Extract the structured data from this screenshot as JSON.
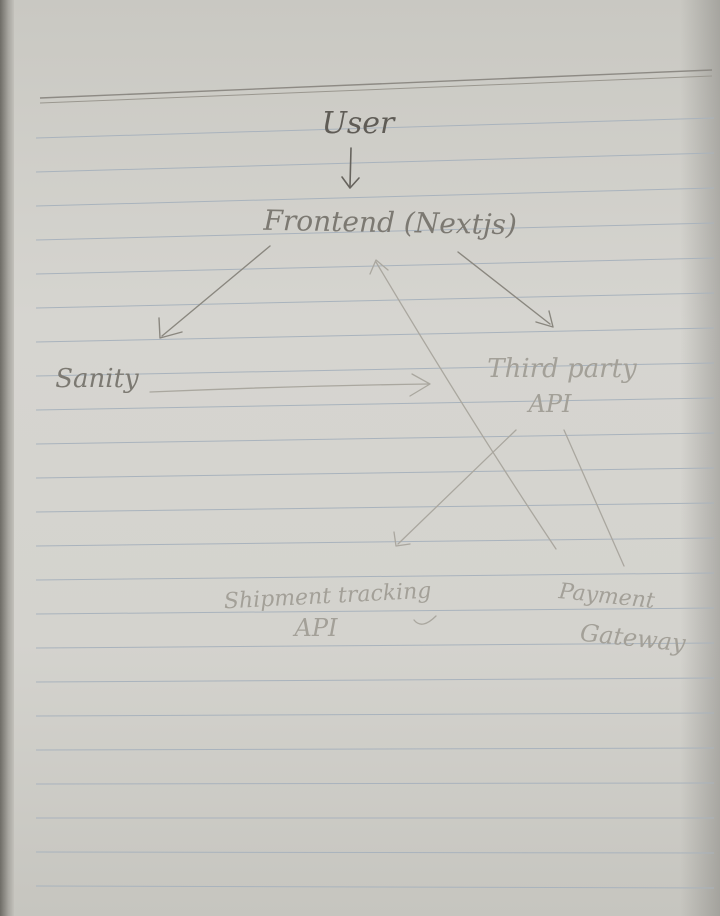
{
  "nodes": {
    "user": "User",
    "frontend": "Frontend (Nextjs)",
    "sanity": "Sanity",
    "third_party_api": {
      "line1": "Third party",
      "line2": "API"
    },
    "shipment_tracking_api": {
      "line1": "Shipment tracking",
      "line2": "API"
    },
    "payment_gateway": {
      "line1": "Payment",
      "line2": "Gateway"
    }
  },
  "colors": {
    "paper": "#d4d3ce",
    "ruled_line": "#a9b3bd",
    "pencil_dark": "#66635d",
    "pencil_light": "#aaa79f"
  }
}
